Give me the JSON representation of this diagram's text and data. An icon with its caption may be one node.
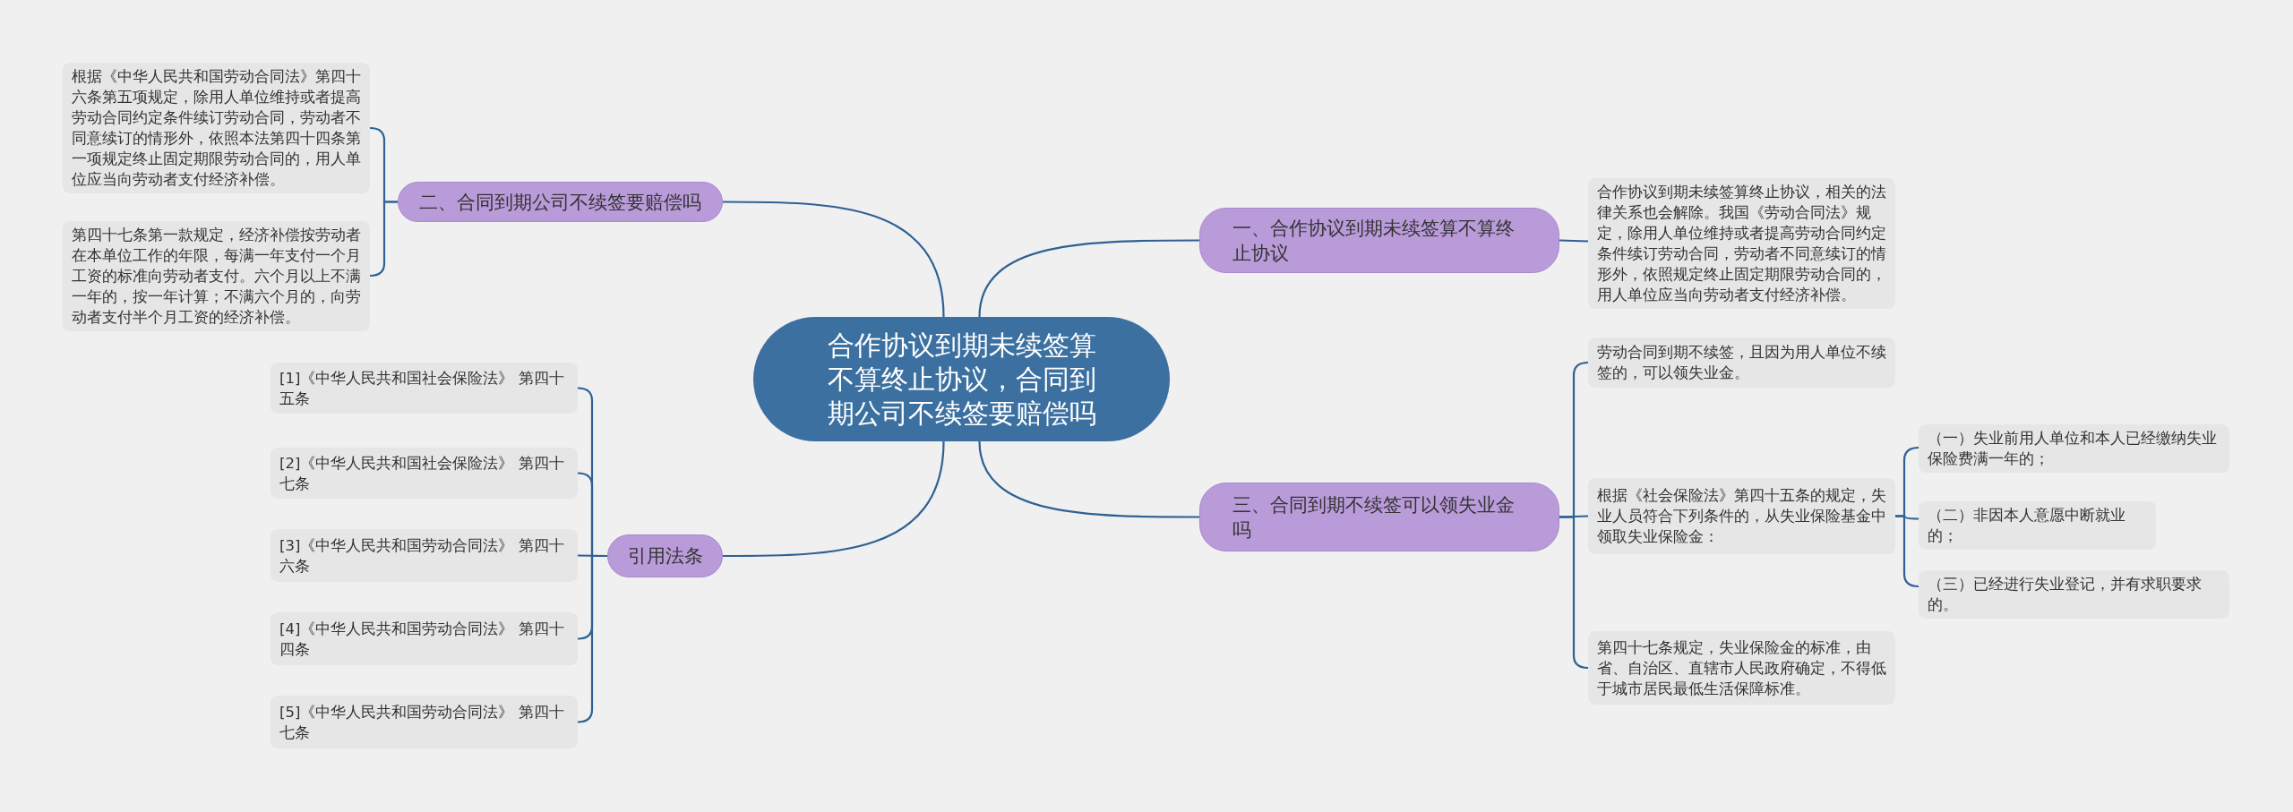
{
  "diagram": {
    "nodes": [
      {
        "text": [
          "合作协议到期未续签算不算终止协议，合同到期公司不续签要赔偿吗"
        ]
      },
      {
        "text": [
          "二、合同到期公司不续签要赔偿吗"
        ]
      },
      {
        "text": [
          "根据《中华人民共和国劳动合同法》第四十六条第五项规定，除用人单位维持或者提高劳动合同约定条件续订劳动合同，劳动者不同意续订的情形外，依照本法第四十四条第一项规定终止固定期限劳动合同的，用人单位应当向劳动者支付经济补偿。"
        ]
      },
      {
        "text": [
          "第四十七条第一款规定，经济补偿按劳动者在本单位工作的年限，每满一年支付一个月工资的标准向劳动者支付。六个月以上不满一年的，按一年计算；不满六个月的，向劳动者支付半个月工资的经济补偿。"
        ]
      },
      {
        "text": [
          "一、合作协议到期未续签算不算终止协议"
        ]
      },
      {
        "text": [
          "合作协议到期未续签算终止协议，相关的法律关系也会解除。我国《劳动合同法》规定，除用人单位维持或者提高劳动合同约定条件续订劳动合同，劳动者不同意续订的情形外，依照规定终止固定期限劳动合同的，用人单位应当向劳动者支付经济补偿。"
        ]
      },
      {
        "text": [
          "引用法条"
        ]
      },
      {
        "text": [
          "[1]《中华人民共和国社会保险法》 第四十五条"
        ]
      },
      {
        "text": [
          "[2]《中华人民共和国社会保险法》 第四十七条"
        ]
      },
      {
        "text": [
          "[3]《中华人民共和国劳动合同法》 第四十六条"
        ]
      },
      {
        "text": [
          "[4]《中华人民共和国劳动合同法》 第四十四条"
        ]
      },
      {
        "text": [
          "[5]《中华人民共和国劳动合同法》 第四十七条"
        ]
      },
      {
        "text": [
          "三、合同到期不续签可以领失业金吗"
        ]
      },
      {
        "text": [
          "劳动合同到期不续签，且因为用人单位不续签的，可以领失业金。"
        ]
      },
      {
        "text": [
          "根据《社会保险法》第四十五条的规定，失业人员符合下列条件的，从失业保险基金中领取失业保险金："
        ]
      },
      {
        "text": [
          "（一）失业前用人单位和本人已经缴纳失业保险费满一年的；"
        ]
      },
      {
        "text": [
          "（二）非因本人意愿中断就业的；"
        ]
      },
      {
        "text": [
          "（三）已经进行失业登记，并有求职要求的。"
        ]
      },
      {
        "text": [
          "第四十七条规定，失业保险金的标准，由省、自治区、直辖市人民政府确定，不得低于城市居民最低生活保障标准。"
        ]
      }
    ],
    "edges": [
      {
        "from": 0,
        "to": 1,
        "arrow": "none"
      },
      {
        "from": 1,
        "to": 2,
        "arrow": "none"
      },
      {
        "from": 1,
        "to": 3,
        "arrow": "none"
      },
      {
        "from": 0,
        "to": 4,
        "arrow": "none"
      },
      {
        "from": 4,
        "to": 5,
        "arrow": "none"
      },
      {
        "from": 0,
        "to": 6,
        "arrow": "none"
      },
      {
        "from": 6,
        "to": 7,
        "arrow": "none"
      },
      {
        "from": 6,
        "to": 8,
        "arrow": "none"
      },
      {
        "from": 6,
        "to": 9,
        "arrow": "none"
      },
      {
        "from": 6,
        "to": 10,
        "arrow": "none"
      },
      {
        "from": 6,
        "to": 11,
        "arrow": "none"
      },
      {
        "from": 0,
        "to": 12,
        "arrow": "none"
      },
      {
        "from": 12,
        "to": 13,
        "arrow": "none"
      },
      {
        "from": 12,
        "to": 14,
        "arrow": "none"
      },
      {
        "from": 12,
        "to": 18,
        "arrow": "none"
      },
      {
        "from": 14,
        "to": 15,
        "arrow": "none"
      },
      {
        "from": 14,
        "to": 16,
        "arrow": "none"
      },
      {
        "from": 14,
        "to": 17,
        "arrow": "none"
      }
    ]
  }
}
